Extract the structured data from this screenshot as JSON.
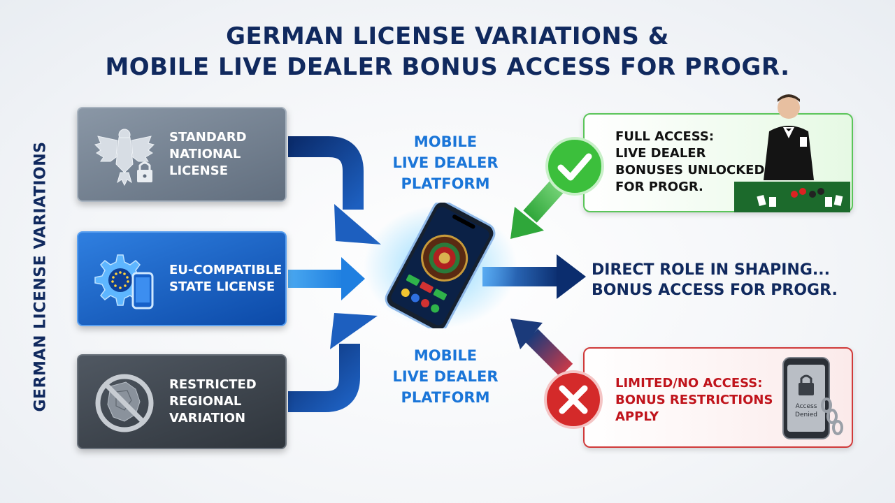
{
  "title": {
    "line1": "GERMAN LICENSE VARIATIONS &",
    "line2": "MOBILE LIVE DEALER BONUS ACCESS FOR PROGR."
  },
  "side_label": "GERMAN LICENSE VARIATIONS",
  "licenses": [
    {
      "label": "STANDARD\nNATIONAL\nLICENSE",
      "icon": "eagle-lock-icon"
    },
    {
      "label": "EU-COMPATIBLE\nSTATE LICENSE",
      "icon": "gear-eu-phone-icon"
    },
    {
      "label": "RESTRICTED\nREGIONAL\nVARIATION",
      "icon": "prohibited-map-icon"
    }
  ],
  "platform": {
    "label_top": "MOBILE\nLIVE DEALER\nPLATFORM",
    "label_bottom": "MOBILE\nLIVE DEALER\nPLATFORM"
  },
  "outcomes": {
    "full": {
      "text": "FULL ACCESS:\nLIVE DEALER\nBONUSES UNLOCKED\nFOR PROGR.",
      "icon": "checkmark-icon",
      "color": "#3cbf3c"
    },
    "direct": {
      "text": "DIRECT ROLE IN SHAPING...\nBONUS ACCESS FOR PROGR."
    },
    "limited": {
      "text": "LIMITED/NO ACCESS:\nBONUS RESTRICTIONS\nAPPLY",
      "icon": "cross-icon",
      "color": "#d42a2a"
    }
  },
  "phone_screen": {
    "locked_text": "Access\nDenied"
  }
}
